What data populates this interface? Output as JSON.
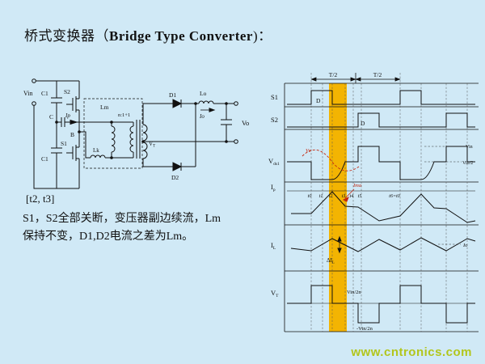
{
  "slide": {
    "title": {
      "zh": "桥式变换器（",
      "en": "Bridge Type Converter",
      "tail": ")："
    },
    "caption": "[t2, t3]",
    "body_line1": "S1，S2全部关断，变压器副边续流，Lm",
    "body_line2": "保持不变，D1,D2电流之差为Lm。",
    "watermark": "www.cntronics.com"
  },
  "circuit": {
    "vin": "Vin",
    "c1_top": "C1",
    "c1_bot": "C1",
    "s2": "S2",
    "s1": "S1",
    "c_block": "C",
    "ip": "Ip",
    "node_b": "B",
    "lm": "Lm",
    "lk": "Lk",
    "turns": "n:1+1",
    "d1": "D1",
    "d2": "D2",
    "lo": "Lo",
    "io": "Io",
    "vt": {
      "main": "V",
      "sub": "T"
    },
    "vo": "Vo"
  },
  "waveform": {
    "band_color": "#f3b402",
    "thalf_left": "T/2",
    "thalf_right": "T/2",
    "row_s1": "S1",
    "row_s2": "S2",
    "row_vds1": {
      "main": "V",
      "sub": "ds1"
    },
    "row_ip": {
      "main": "I",
      "sub": "p"
    },
    "row_il": {
      "main": "I",
      "sub": "L"
    },
    "row_vt": {
      "main": "V",
      "sub": "T"
    },
    "duty_s1": "D",
    "duty_s2": "D",
    "vc": "Vc",
    "vin": "Vin",
    "vin_half": "Vin/2",
    "ima": "Ima",
    "times": [
      "t0",
      "t1",
      "t2",
      "t3",
      "t4",
      "t5",
      "t6=t0"
    ],
    "io": "Io",
    "delta_il": {
      "main": "ΔI",
      "sub": "L"
    },
    "vin_2n": "Vin/2n",
    "neg_vin_2n": "-Vin/2n"
  }
}
